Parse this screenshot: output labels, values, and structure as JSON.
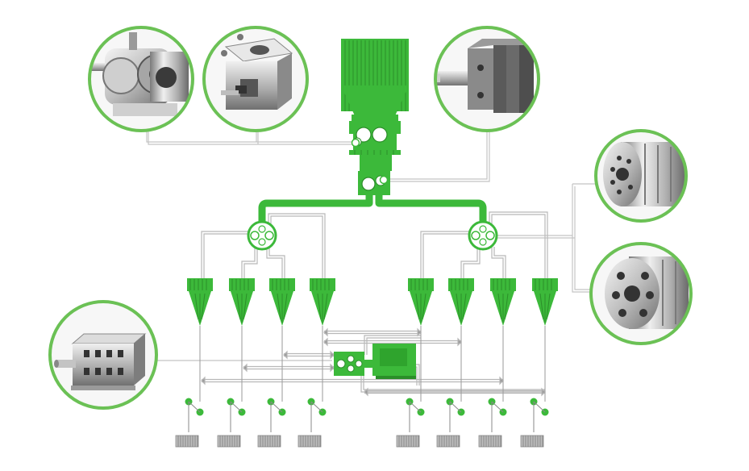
{
  "colors": {
    "accent": "#3cb93a",
    "accent_dark": "#2f9a2d",
    "ring": "#6bc155",
    "pipe_outline": "#b8b8b8",
    "metal_light": "#e6e6e6",
    "metal_mid": "#b9b9b9",
    "metal_dark": "#6f6f6f"
  },
  "photos": [
    {
      "name": "photo-gear-pump-large",
      "icon": "gear-pump-icon"
    },
    {
      "name": "photo-gear-pump-booster",
      "icon": "booster-pump-icon"
    },
    {
      "name": "photo-metering-pump-top",
      "icon": "metering-pump-icon"
    },
    {
      "name": "photo-spinning-pump-upper",
      "icon": "spinning-pump-icon"
    },
    {
      "name": "photo-spinning-pump-lower",
      "icon": "spinning-pump-icon"
    },
    {
      "name": "photo-multi-outlet-pump",
      "icon": "multi-outlet-pump-icon"
    }
  ],
  "hopper": {
    "icon": "hopper-icon"
  },
  "extruder": {
    "icon": "extruder-icon"
  },
  "motor": {
    "icon": "drive-motor-icon"
  },
  "spinnerets": {
    "count": 8,
    "icon": "spinneret-cone-icon"
  },
  "winders": {
    "count": 8,
    "icon": "winder-bobbin-icon"
  }
}
